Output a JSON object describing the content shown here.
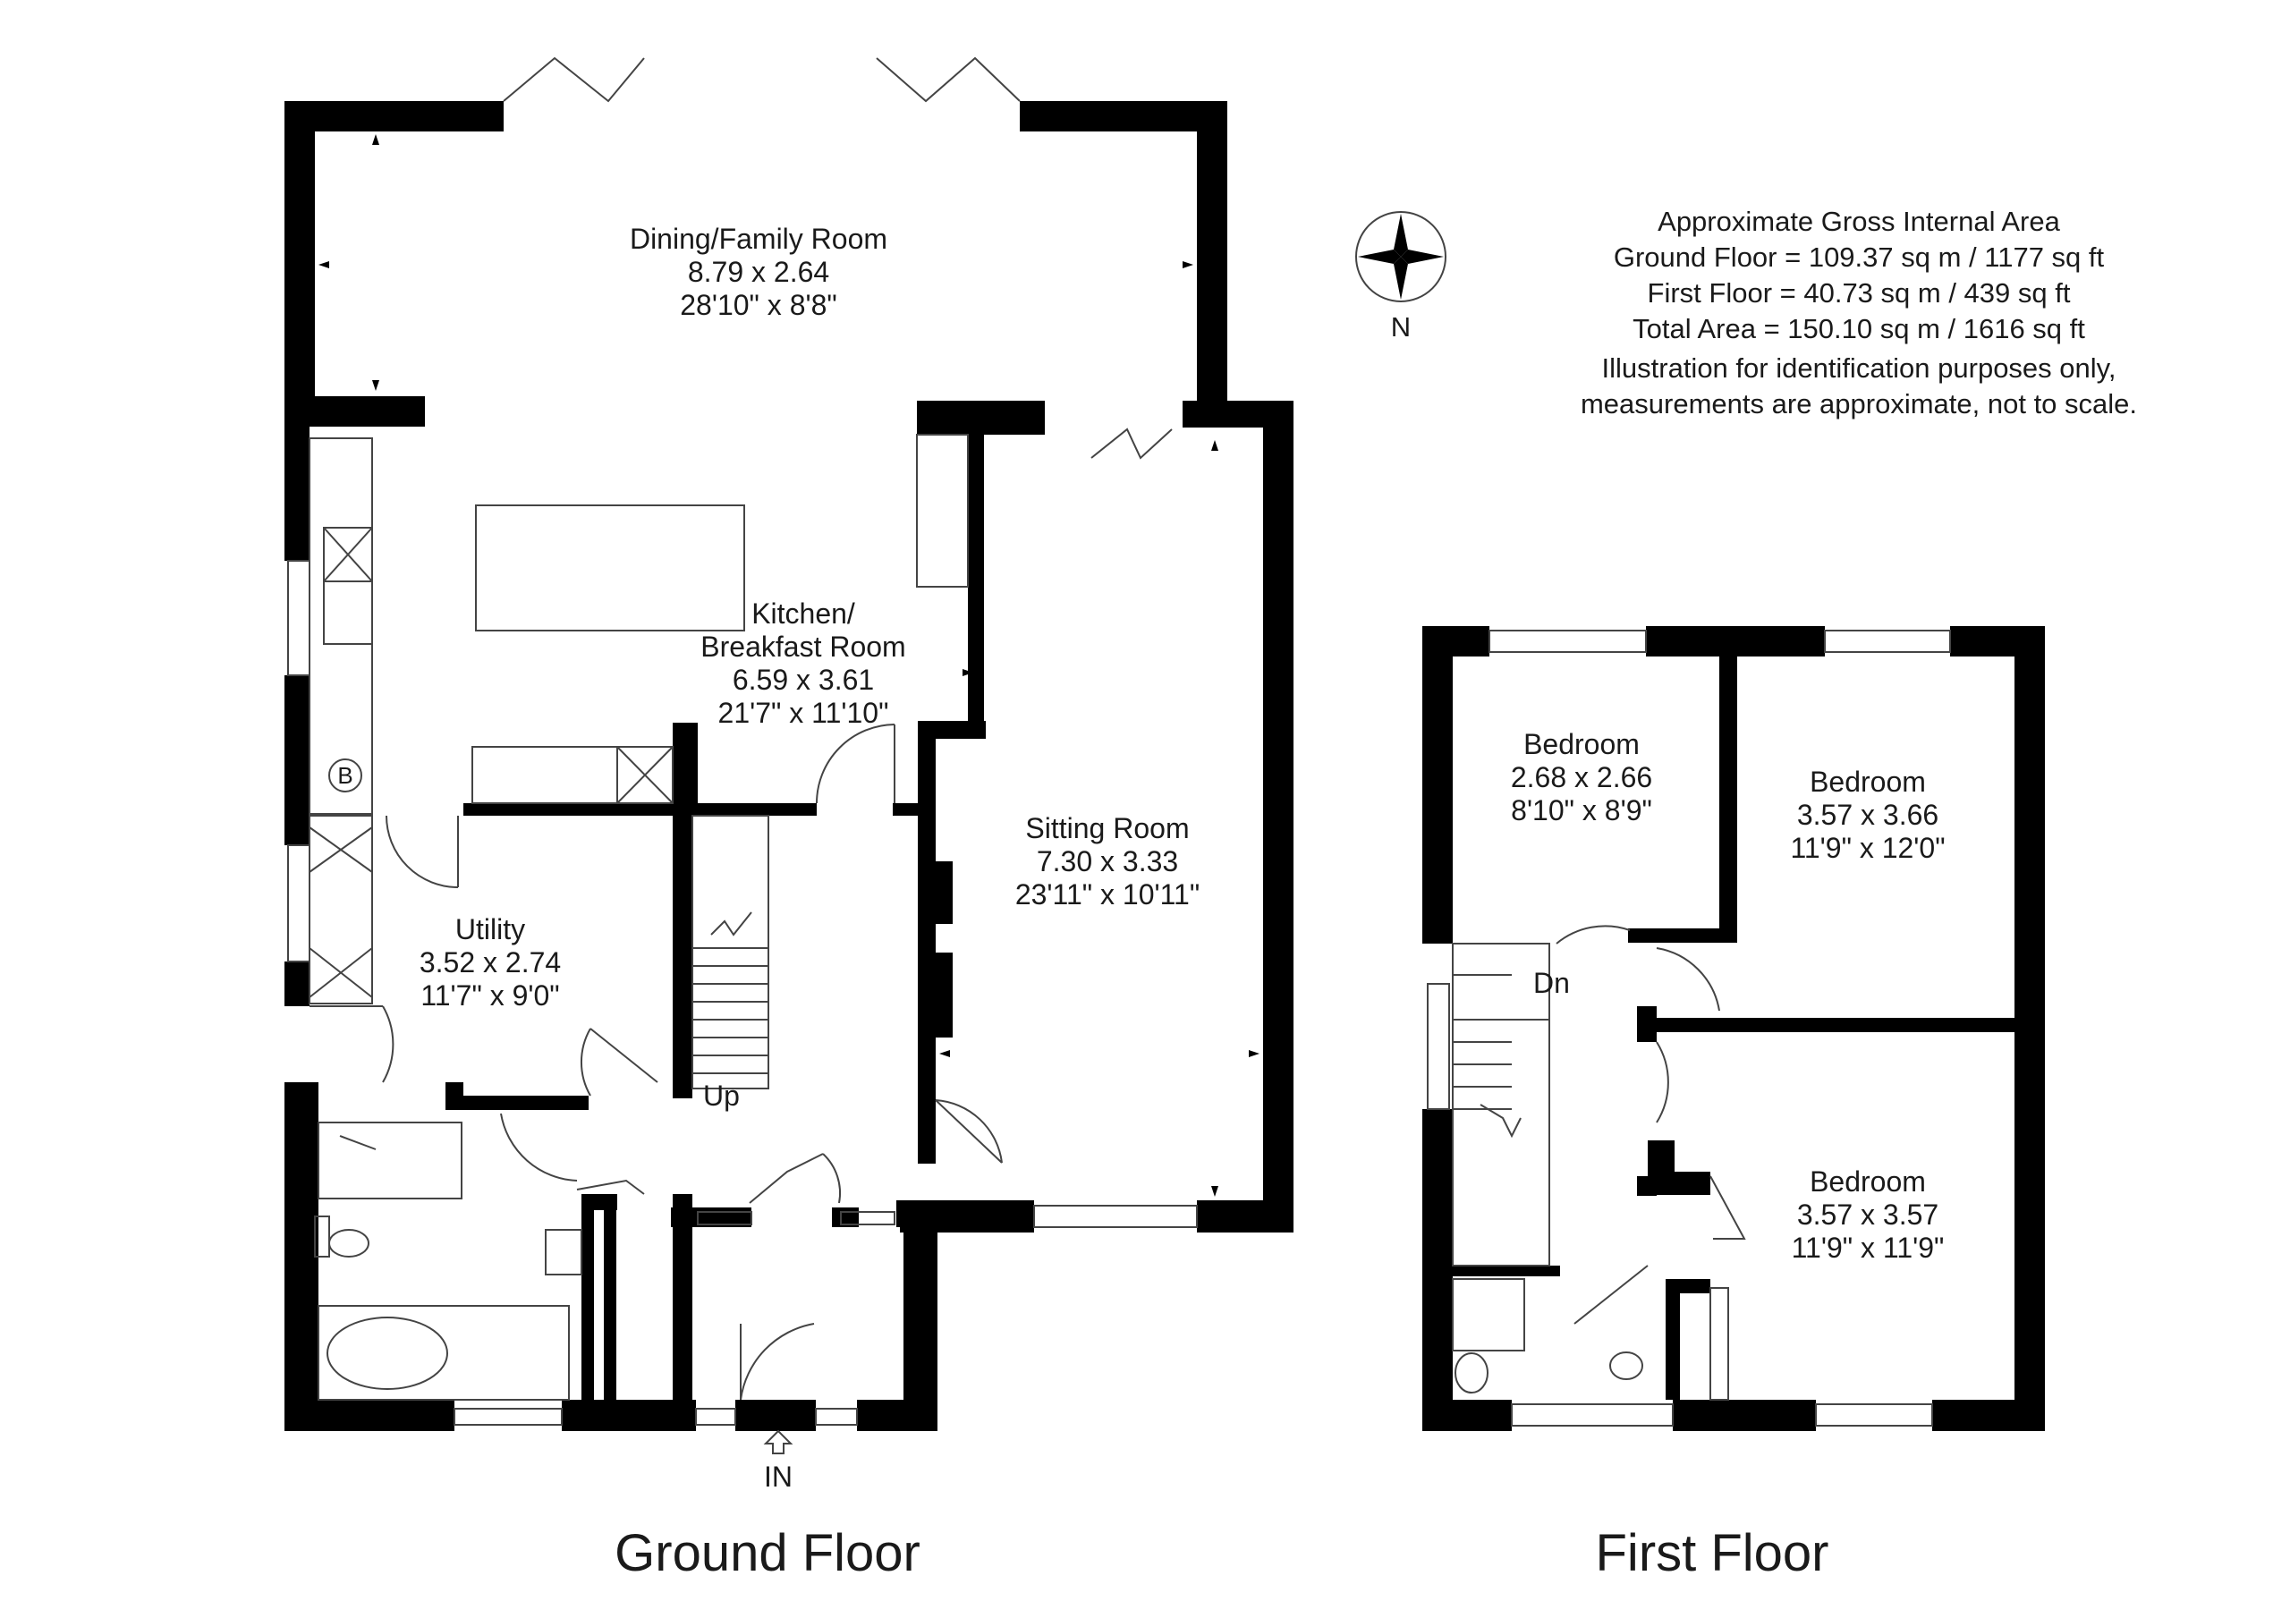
{
  "area_info": {
    "line1": "Approximate Gross Internal Area",
    "line2": "Ground Floor = 109.37 sq m / 1177 sq ft",
    "line3": "First Floor = 40.73 sq m / 439 sq ft",
    "line4": "Total Area = 150.10 sq m / 1616 sq ft",
    "line5": "Illustration for identification purposes only,",
    "line6": "measurements are approximate, not to scale."
  },
  "compass": {
    "label": "N"
  },
  "ground_floor": {
    "title": "Ground Floor",
    "entrance": "IN",
    "stairs": "Up",
    "boiler": "B",
    "rooms": [
      {
        "name": "Dining/Family Room",
        "metric": "8.79 x 2.64",
        "imperial": "28'10\" x 8'8\""
      },
      {
        "name": "Kitchen/",
        "name2": "Breakfast Room",
        "metric": "6.59 x 3.61",
        "imperial": "21'7\" x 11'10\""
      },
      {
        "name": "Sitting Room",
        "metric": "7.30 x 3.33",
        "imperial": "23'11\" x 10'11\""
      },
      {
        "name": "Utility",
        "metric": "3.52 x 2.74",
        "imperial": "11'7\" x 9'0\""
      }
    ]
  },
  "first_floor": {
    "title": "First Floor",
    "stairs": "Dn",
    "rooms": [
      {
        "name": "Bedroom",
        "metric": "2.68 x 2.66",
        "imperial": "8'10\" x 8'9\""
      },
      {
        "name": "Bedroom",
        "metric": "3.57 x 3.66",
        "imperial": "11'9\" x 12'0\""
      },
      {
        "name": "Bedroom",
        "metric": "3.57 x 3.57",
        "imperial": "11'9\" x 11'9\""
      }
    ]
  },
  "colors": {
    "wall": "#000000",
    "line": "#444444",
    "text": "#1a1a1a"
  },
  "icons": [
    "north-compass-icon",
    "entrance-arrow-icon",
    "sink-icon",
    "hob-icon",
    "bath-icon",
    "toilet-icon",
    "shower-icon"
  ]
}
